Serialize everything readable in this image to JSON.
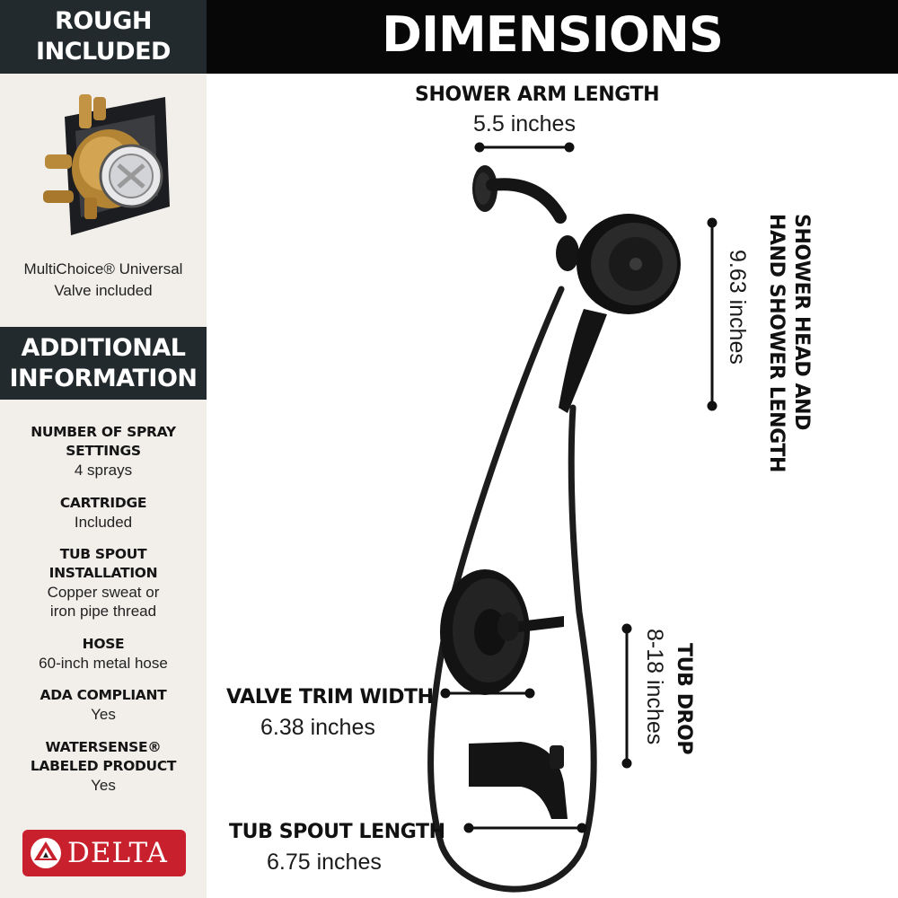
{
  "sidebar": {
    "rough_band": [
      "ROUGH",
      "INCLUDED"
    ],
    "valve_caption": [
      "MultiChoice® Universal",
      "Valve included"
    ],
    "additional_band": [
      "ADDITIONAL",
      "INFORMATION"
    ],
    "info": [
      {
        "label": [
          "NUMBER OF SPRAY",
          "SETTINGS"
        ],
        "value": [
          "4 sprays"
        ]
      },
      {
        "label": [
          "CARTRIDGE"
        ],
        "value": [
          "Included"
        ]
      },
      {
        "label": [
          "TUB SPOUT",
          "INSTALLATION"
        ],
        "value": [
          "Copper sweat or",
          "iron pipe thread"
        ]
      },
      {
        "label": [
          "HOSE"
        ],
        "value": [
          "60-inch metal hose"
        ]
      },
      {
        "label": [
          "ADA COMPLIANT"
        ],
        "value": [
          "Yes"
        ]
      },
      {
        "label": [
          "WATERSENSE®",
          "LABELED PRODUCT"
        ],
        "value": [
          "Yes"
        ]
      }
    ],
    "brand": "DELTA",
    "brand_color": "#c8202c"
  },
  "header": {
    "title": "DIMENSIONS"
  },
  "dimensions": {
    "shower_arm": {
      "label": "SHOWER ARM LENGTH",
      "value": "5.5 inches"
    },
    "shower_head": {
      "label": [
        "SHOWER HEAD AND",
        "HAND SHOWER LENGTH"
      ],
      "value": "9.63 inches"
    },
    "valve_trim": {
      "label": "VALVE TRIM WIDTH",
      "value": "6.38 inches"
    },
    "tub_drop": {
      "label": "TUB DROP",
      "value": "8-18 inches"
    },
    "tub_spout": {
      "label": "TUB SPOUT LENGTH",
      "value": "6.75 inches"
    }
  },
  "colors": {
    "sidebar_bg": "#f2efeb",
    "band_dark": "#232a2e",
    "header_bg": "#070707",
    "fixture_finish": "#151515"
  }
}
